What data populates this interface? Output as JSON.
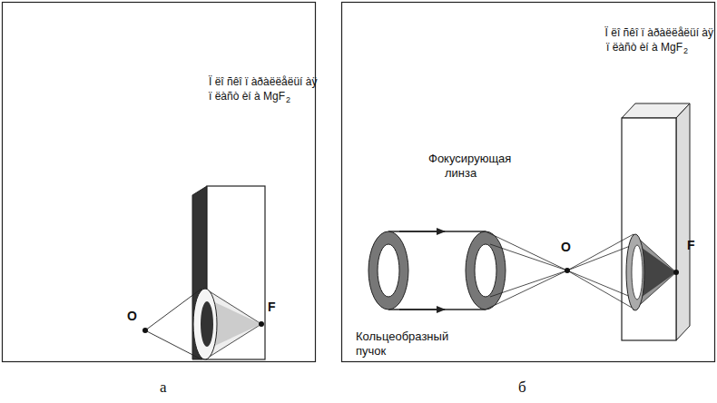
{
  "diagram": {
    "labels": [
      "Ï ëî ñêî ï àðàëëåëüí àÿ",
      "ï ëàñò èí à MgF",
      "2",
      "O",
      "F",
      "Ï ëî ñêî ï àðàëëåëüí àÿ",
      "ï ëàñò èí à MgF",
      "2",
      "Фокусирующая",
      "линза",
      "O",
      "F",
      "Кольцеобразный",
      "пучок",
      "а",
      "б"
    ]
  }
}
